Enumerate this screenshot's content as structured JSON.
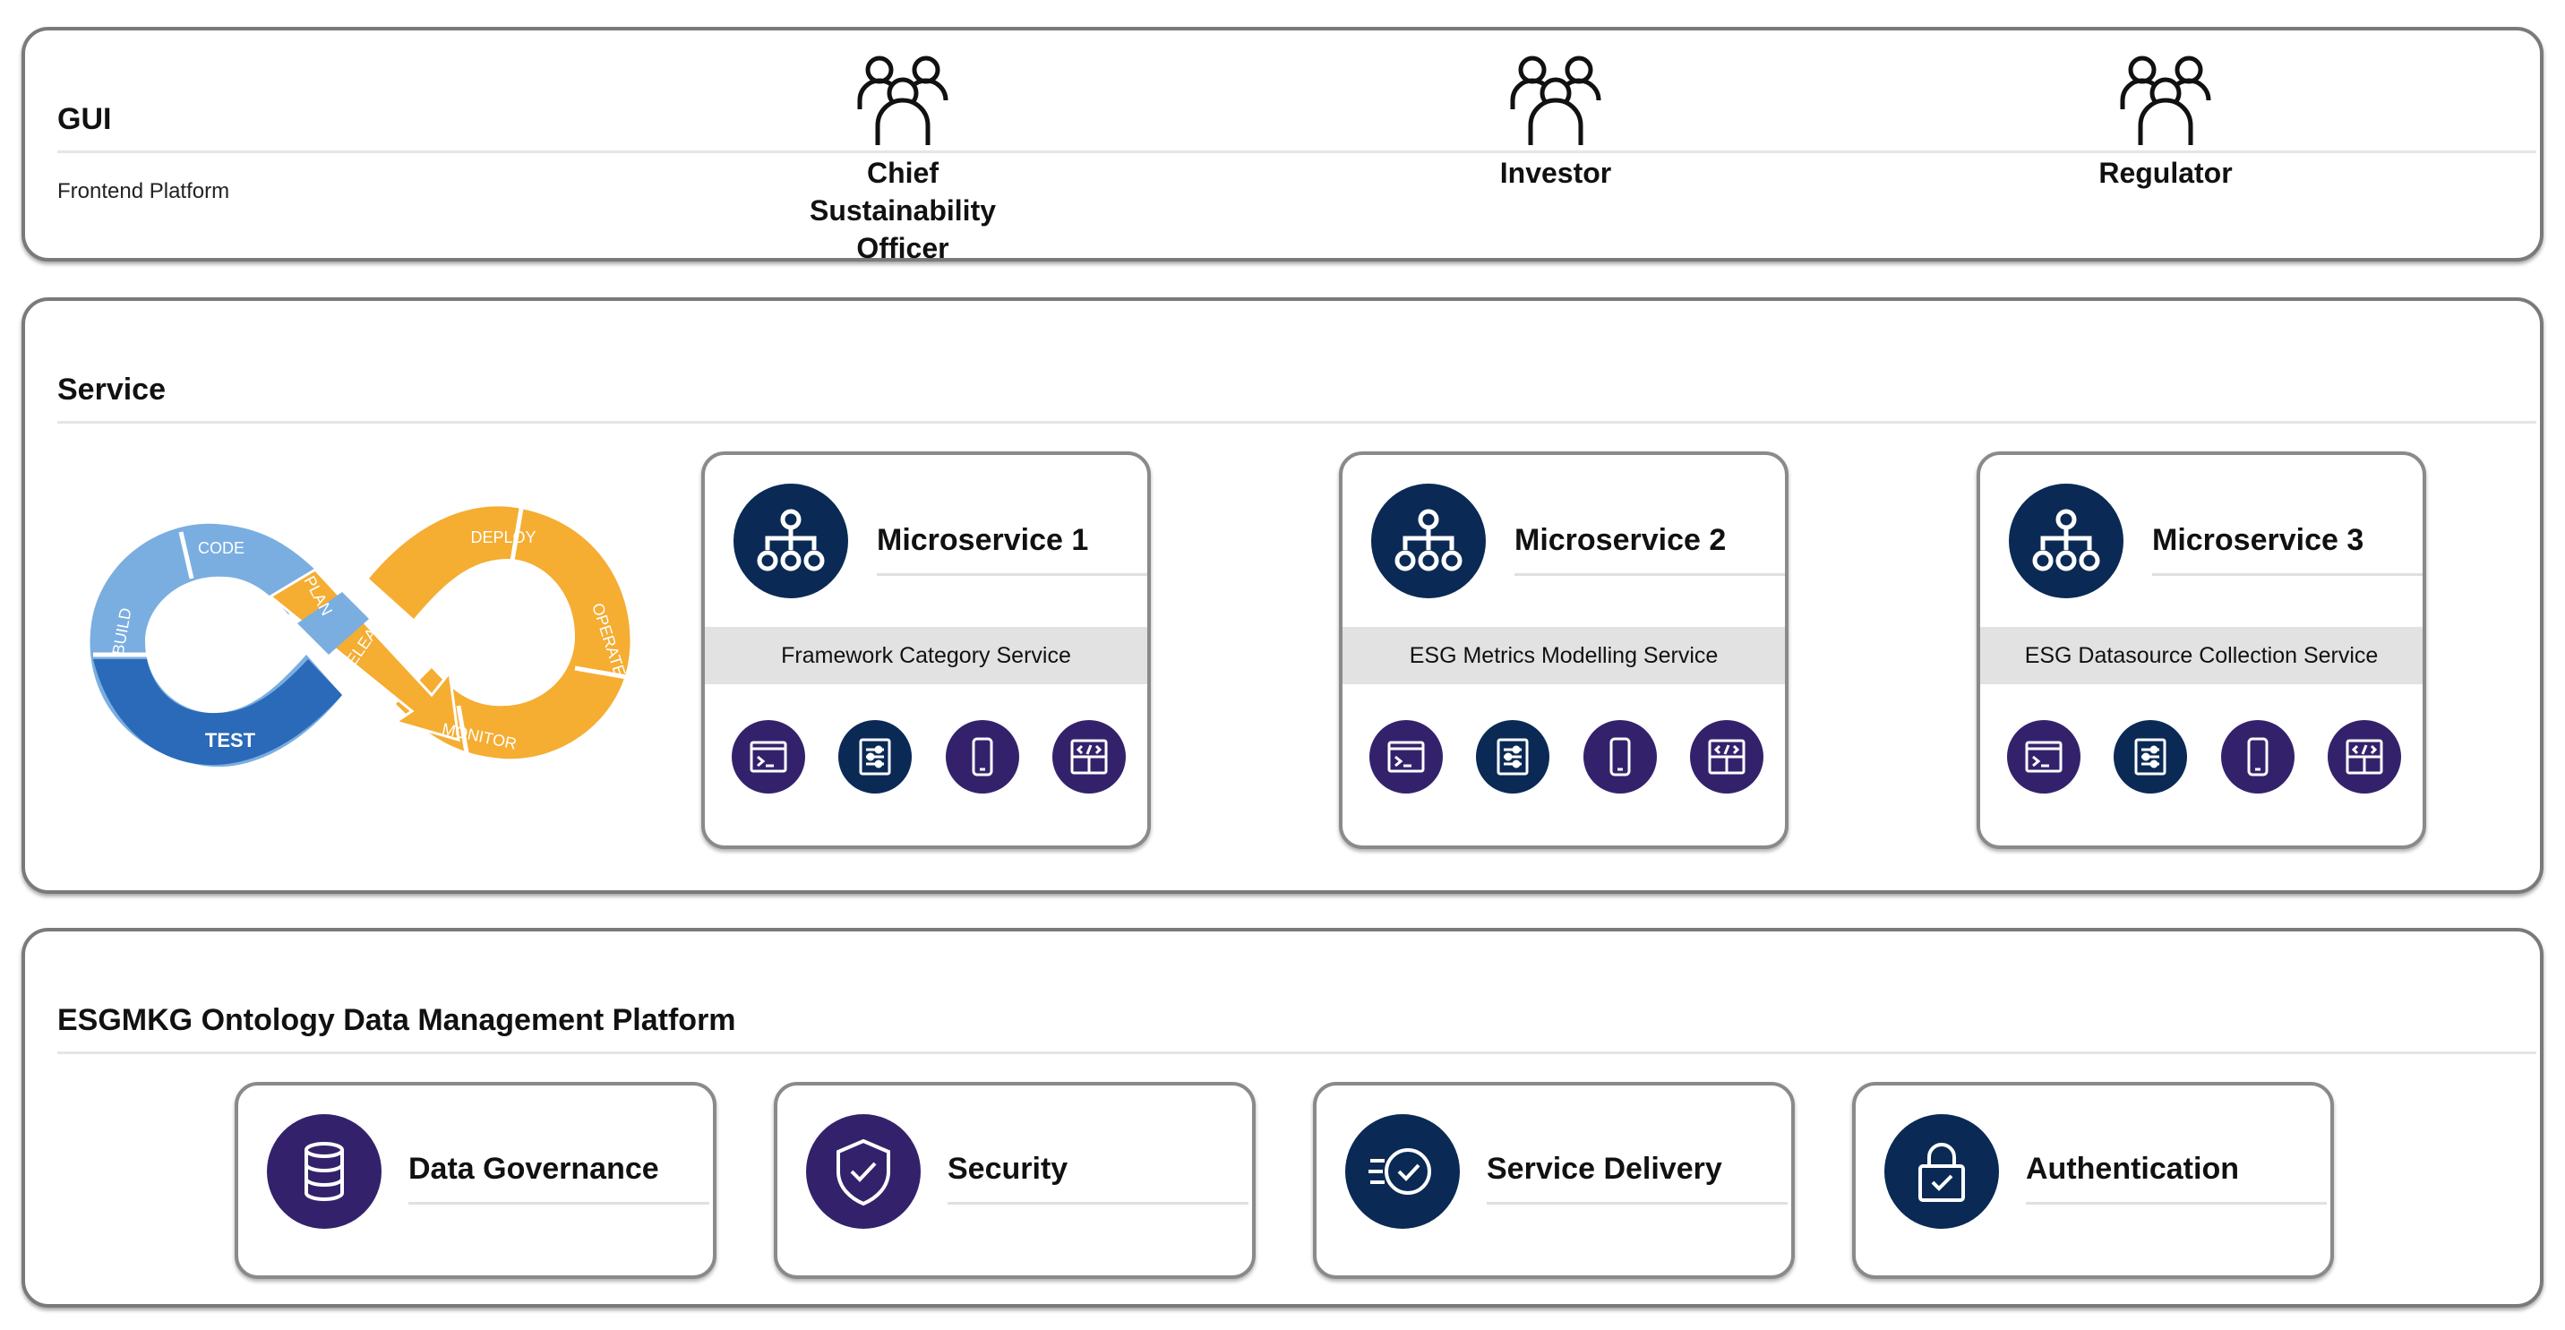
{
  "gui": {
    "title": "GUI",
    "subtitle": "Frontend Platform",
    "actors": [
      {
        "label": "Chief\nSustainability\nOfficer",
        "icon": "users-icon"
      },
      {
        "label": "Investor",
        "icon": "users-icon"
      },
      {
        "label": "Regulator",
        "icon": "users-icon"
      }
    ]
  },
  "service": {
    "title": "Service",
    "devops": {
      "stages": [
        "CODE",
        "PLAN",
        "BUILD",
        "TEST",
        "RELEASE",
        "DEPLOY",
        "OPERATE",
        "MONITOR"
      ],
      "colors": {
        "dev_light": "#7aaee0",
        "dev_dark": "#2a6ab8",
        "ops": "#f5ad32"
      }
    },
    "microservices": [
      {
        "title": "Microservice 1",
        "subtitle": "Framework Category Service"
      },
      {
        "title": "Microservice 2",
        "subtitle": "ESG Metrics Modelling Service"
      },
      {
        "title": "Microservice 3",
        "subtitle": "ESG Datasource Collection Service"
      }
    ],
    "icon_names": [
      "terminal-icon",
      "settings-panel-icon",
      "mobile-icon",
      "code-window-icon"
    ]
  },
  "esg": {
    "title": "ESGMKG Ontology Data Management Platform",
    "capabilities": [
      {
        "label": "Data Governance",
        "icon": "database-icon"
      },
      {
        "label": "Security",
        "icon": "shield-check-icon"
      },
      {
        "label": "Service Delivery",
        "icon": "fast-check-icon"
      },
      {
        "label": "Authentication",
        "icon": "lock-check-icon"
      }
    ]
  },
  "colors": {
    "purple": "#33226b",
    "navy": "#0a2a55",
    "border": "#7a7a7a",
    "band": "#e2e2e2"
  }
}
